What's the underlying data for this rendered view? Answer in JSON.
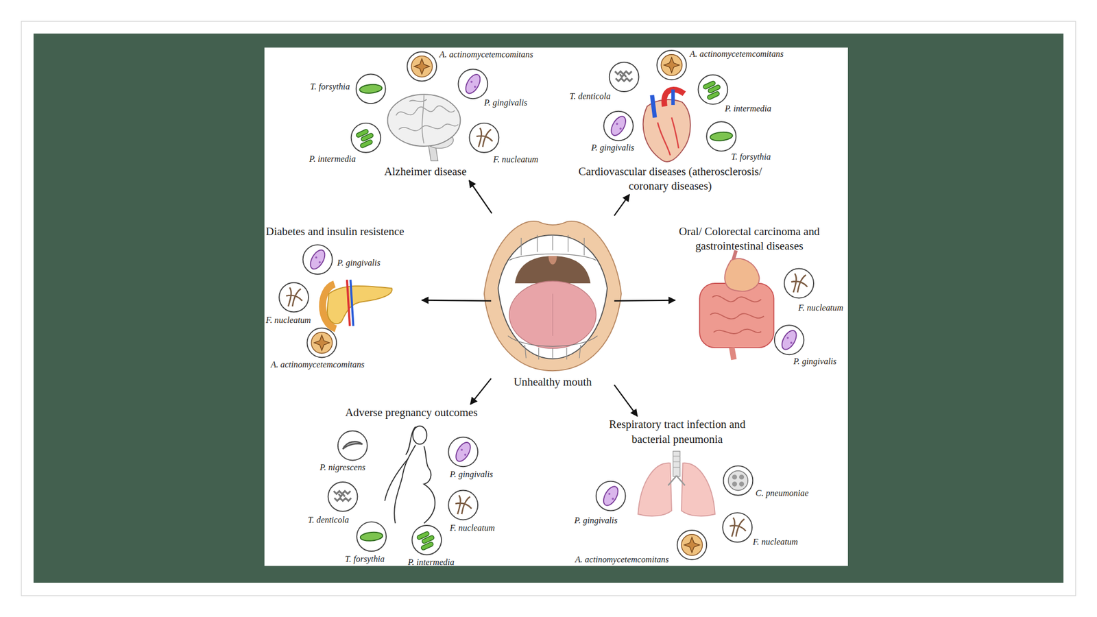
{
  "diagram": {
    "nodes": [
      {
        "text": [
          "Alzheimer disease"
        ]
      },
      {
        "text": [
          "Cardiovascular diseases (atherosclerosis/ coronary diseases)"
        ]
      },
      {
        "text": [
          "Diabetes and insulin resistence"
        ]
      },
      {
        "text": [
          "Unhealthy mouth"
        ]
      },
      {
        "text": [
          "Oral/ Colorectal carcinoma and gastrointestinal diseases"
        ]
      },
      {
        "text": [
          "Adverse pregnancy outcomes"
        ]
      },
      {
        "text": [
          "Respiratory tract infection and bacterial pneumonia"
        ]
      }
    ],
    "edges": [
      {
        "from": 3,
        "to": 0,
        "arrow": "to"
      },
      {
        "from": 3,
        "to": 1,
        "arrow": "to"
      },
      {
        "from": 3,
        "to": 2,
        "arrow": "to"
      },
      {
        "from": 3,
        "to": 4,
        "arrow": "to"
      },
      {
        "from": 3,
        "to": 5,
        "arrow": "to"
      },
      {
        "from": 3,
        "to": 6,
        "arrow": "to"
      }
    ],
    "labels": [
      "A. actinomycetemcomitans",
      "T. forsythia",
      "P. gingivalis",
      "P. intermedia",
      "F. nucleatum",
      "A. actinomycetemcomitans",
      "T. denticola",
      "P. intermedia",
      "P. gingivalis",
      "T. forsythia",
      "P. gingivalis",
      "F. nucleatum",
      "A. actinomycetemcomitans",
      "F. nucleatum",
      "P. gingivalis",
      "P. nigrescens",
      "P. gingivalis",
      "T. denticola",
      "F. nucleatum",
      "T. forsythia",
      "P. intermedia",
      "C. pneumoniae",
      "P. gingivalis",
      "F. nucleatum",
      "A. actinomycetemcomitans"
    ]
  }
}
